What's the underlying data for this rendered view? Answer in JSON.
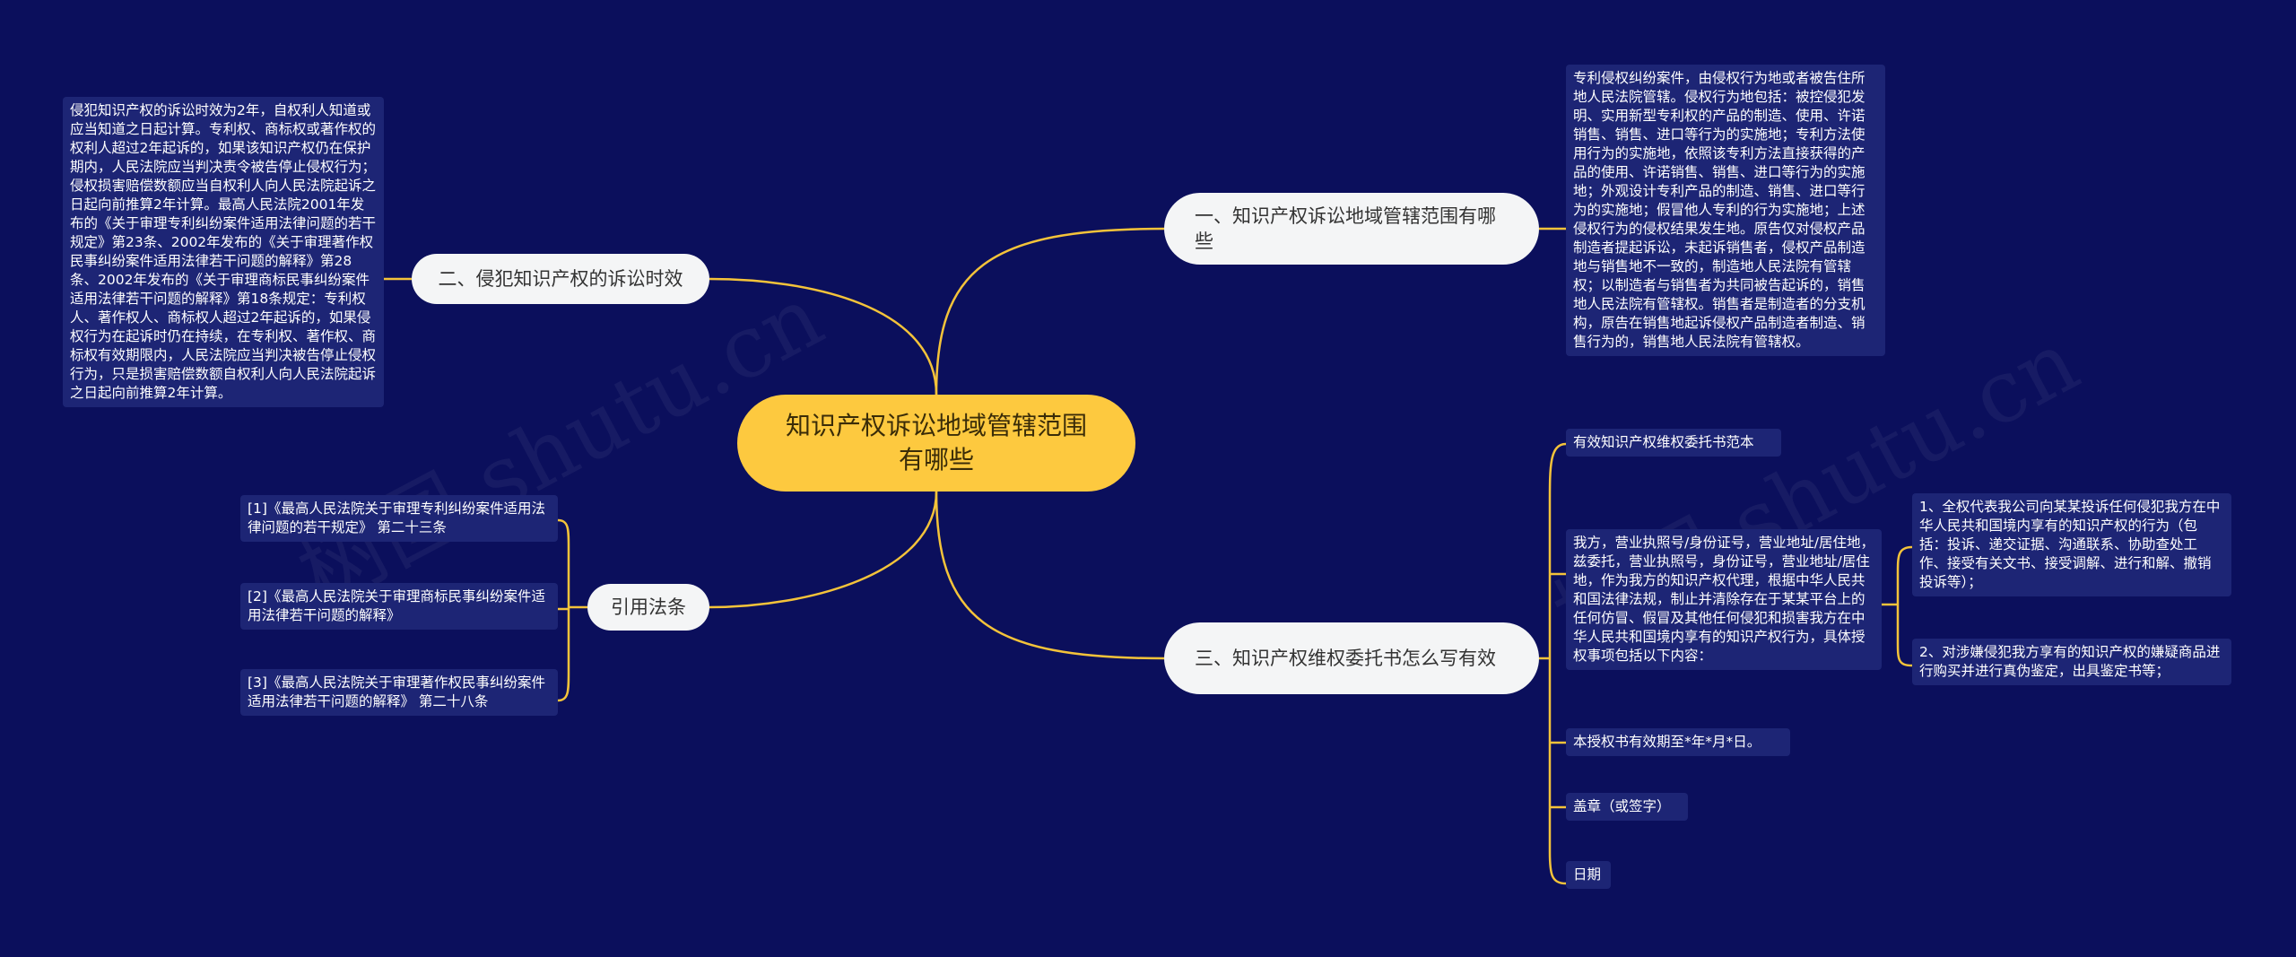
{
  "root": {
    "title": "知识产权诉讼地域管辖范围有哪些"
  },
  "branches": {
    "b1": {
      "label": "一、知识产权诉讼地域管辖范围有哪些",
      "leaf": "专利侵权纠纷案件，由侵权行为地或者被告住所地人民法院管辖。侵权行为地包括：被控侵犯发明、实用新型专利权的产品的制造、使用、许诺销售、销售、进口等行为的实施地；专利方法使用行为的实施地，依照该专利方法直接获得的产品的使用、许诺销售、销售、进口等行为的实施地；外观设计专利产品的制造、销售、进口等行为的实施地；假冒他人专利的行为实施地；上述侵权行为的侵权结果发生地。原告仅对侵权产品制造者提起诉讼，未起诉销售者，侵权产品制造地与销售地不一致的，制造地人民法院有管辖权；以制造者与销售者为共同被告起诉的，销售地人民法院有管辖权。销售者是制造者的分支机构，原告在销售地起诉侵权产品制造者制造、销售行为的，销售地人民法院有管辖权。"
    },
    "b2": {
      "label": "二、侵犯知识产权的诉讼时效",
      "leaf": "侵犯知识产权的诉讼时效为2年，自权利人知道或应当知道之日起计算。专利权、商标权或著作权的权利人超过2年起诉的，如果该知识产权仍在保护期内，人民法院应当判决责令被告停止侵权行为；侵权损害赔偿数额应当自权利人向人民法院起诉之日起向前推算2年计算。最高人民法院2001年发布的《关于审理专利纠纷案件适用法律问题的若干规定》第23条、2002年发布的《关于审理著作权民事纠纷案件适用法律若干问题的解释》第28条、2002年发布的《关于审理商标民事纠纷案件适用法律若干问题的解释》第18条规定：专利权人、著作权人、商标权人超过2年起诉的，如果侵权行为在起诉时仍在持续，在专利权、著作权、商标权有效期限内，人民法院应当判决被告停止侵权行为，只是损害赔偿数额自权利人向人民法院起诉之日起向前推算2年计算。"
    },
    "b3": {
      "label": "三、知识产权维权委托书怎么写有效",
      "items": [
        "有效知识产权维权委托书范本",
        "我方，营业执照号/身份证号，营业地址/居住地，兹委托，营业执照号，身份证号，营业地址/居住地，作为我方的知识产权代理，根据中华人民共和国法律法规，制止并清除存在于某某平台上的任何仿冒、假冒及其他任何侵犯和损害我方在中华人民共和国境内享有的知识产权行为，具体授权事项包括以下内容：",
        "本授权书有效期至*年*月*日。",
        "盖章（或签字）",
        "日期"
      ],
      "sub_items": [
        "1、全权代表我公司向某某投诉任何侵犯我方在中华人民共和国境内享有的知识产权的行为（包括：投诉、递交证据、沟通联系、协助查处工作、接受有关文书、接受调解、进行和解、撤销投诉等）；",
        "2、对涉嫌侵犯我方享有的知识产权的嫌疑商品进行购买并进行真伪鉴定，出具鉴定书等；"
      ]
    },
    "b4": {
      "label": "引用法条",
      "items": [
        "[1]《最高人民法院关于审理专利纠纷案件适用法律问题的若干规定》 第二十三条",
        "[2]《最高人民法院关于审理商标民事纠纷案件适用法律若干问题的解释》",
        "[3]《最高人民法院关于审理著作权民事纠纷案件适用法律若干问题的解释》 第二十八条"
      ]
    }
  },
  "colors": {
    "background": "#0b0f5c",
    "link": "#f4c33a",
    "root": "#fdc93f",
    "branch": "#f4f5f6",
    "leaf": "#1d2575"
  }
}
